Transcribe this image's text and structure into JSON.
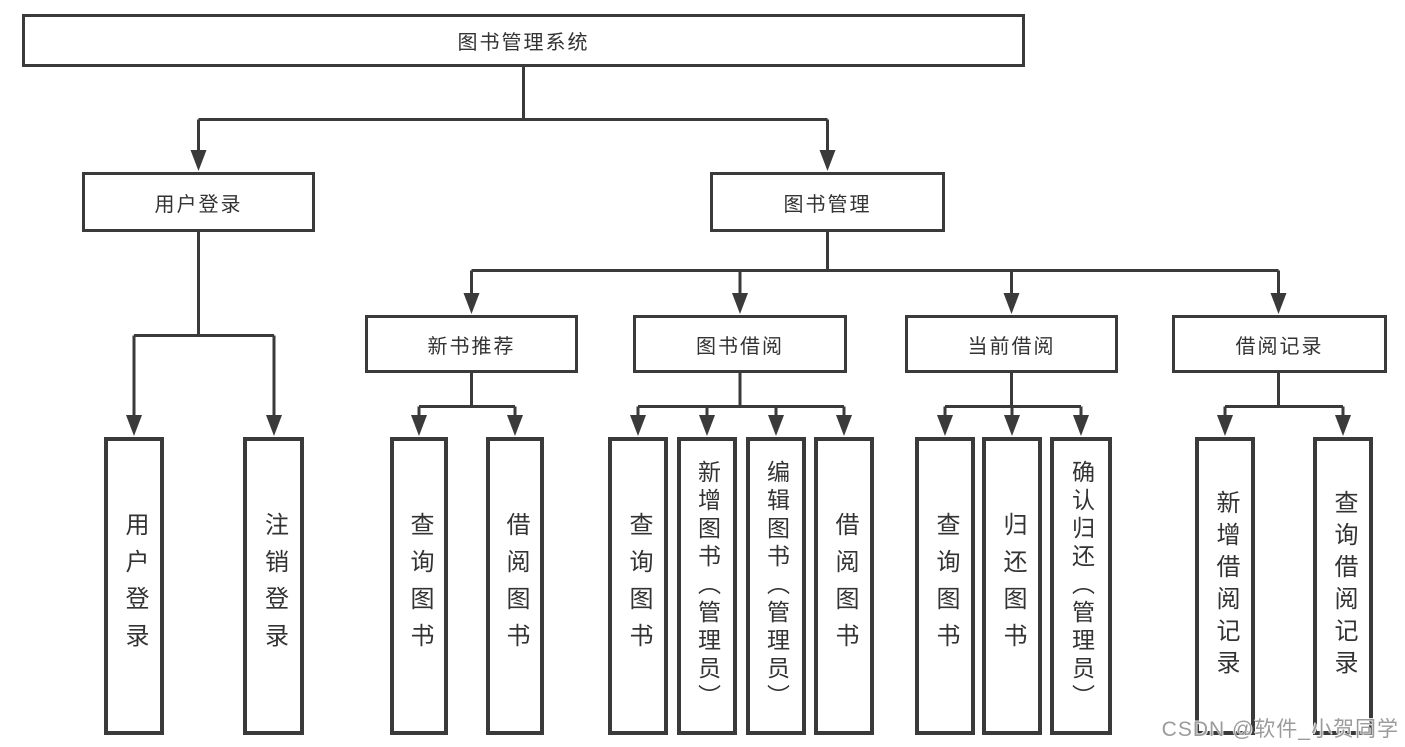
{
  "diagram": {
    "title": "图书管理系统",
    "branches": [
      {
        "label": "用户登录",
        "children": [
          {
            "label": "用户登录"
          },
          {
            "label": "注销登录"
          }
        ]
      },
      {
        "label": "图书管理",
        "children": [
          {
            "label": "新书推荐",
            "children": [
              {
                "label": "查询图书"
              },
              {
                "label": "借阅图书"
              }
            ]
          },
          {
            "label": "图书借阅",
            "children": [
              {
                "label": "查询图书"
              },
              {
                "label": "新增图书（管理员）"
              },
              {
                "label": "编辑图书（管理员）"
              },
              {
                "label": "借阅图书"
              }
            ]
          },
          {
            "label": "当前借阅",
            "children": [
              {
                "label": "查询图书"
              },
              {
                "label": "归还图书"
              },
              {
                "label": "确认归还（管理员）"
              }
            ]
          },
          {
            "label": "借阅记录",
            "children": [
              {
                "label": "新增借阅记录"
              },
              {
                "label": "查询借阅记录"
              }
            ]
          }
        ]
      }
    ]
  },
  "watermark": {
    "text": "CSDN @软件_小贺同学"
  },
  "colors": {
    "line": "#3a3a3a",
    "text": "#333333",
    "background": "#ffffff",
    "watermark": "#9b9b9b"
  }
}
